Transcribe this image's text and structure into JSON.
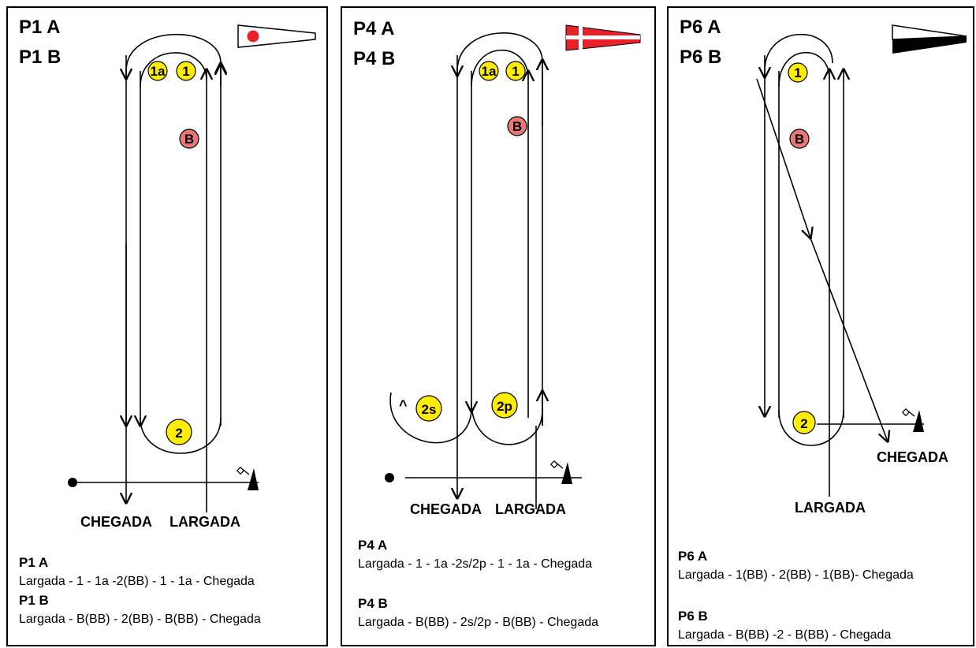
{
  "panels": [
    {
      "title_a": "P1 A",
      "title_b": "P1 B",
      "marks": {
        "m1": "1",
        "m1a": "1a",
        "mB": "B",
        "m2": "2"
      },
      "labels": {
        "finish": "CHEGADA",
        "start": "LARGADA"
      },
      "desc": [
        {
          "name": "P1 A",
          "route": "Largada - 1 - 1a -2(BB) - 1 - 1a - Chegada"
        },
        {
          "name": "P1 B",
          "route": "Largada - B(BB) - 2(BB) - B(BB) - Chegada"
        }
      ]
    },
    {
      "title_a": "P4 A",
      "title_b": "P4 B",
      "marks": {
        "m1": "1",
        "m1a": "1a",
        "mB": "B",
        "m2s": "2s",
        "m2p": "2p"
      },
      "caret": "^",
      "labels": {
        "finish": "CHEGADA",
        "start": "LARGADA"
      },
      "desc": [
        {
          "name": "P4 A",
          "route": "Largada - 1 - 1a -2s/2p - 1 - 1a - Chegada"
        },
        {
          "name": "P4 B",
          "route": "Largada - B(BB) - 2s/2p - B(BB) - Chegada"
        }
      ]
    },
    {
      "title_a": "P6 A",
      "title_b": "P6 B",
      "marks": {
        "m1": "1",
        "mB": "B",
        "m2": "2"
      },
      "labels": {
        "finish": "CHEGADA",
        "start": "LARGADA"
      },
      "desc": [
        {
          "name": "P6 A",
          "route": "Largada - 1(BB) - 2(BB) - 1(BB)- Chegada"
        },
        {
          "name": "P6 B",
          "route": "Largada - B(BB) -2 - B(BB) - Chegada"
        }
      ]
    }
  ],
  "colors": {
    "mark_yellow": "#ffee00",
    "mark_b": "#e87878",
    "flag_red": "#e8202a",
    "line": "#000000"
  },
  "icons": [
    "pennant-red-dot-icon",
    "pennant-red-white-cross-icon",
    "pennant-white-black-icon",
    "committee-boat-flag-icon",
    "pin-buoy-icon"
  ]
}
